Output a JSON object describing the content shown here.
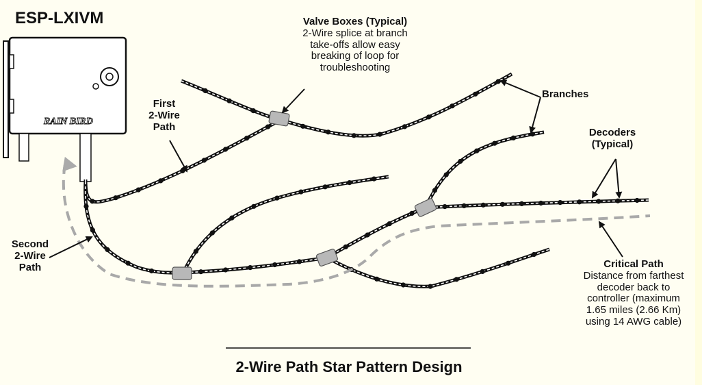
{
  "model_label": "ESP-LXIVM",
  "brand_logo": "RAIN BIRD",
  "valve_boxes": {
    "title": "Valve Boxes (Typical)",
    "lines": [
      "2-Wire splice at branch",
      "take-offs allow easy",
      "breaking of loop for",
      "troubleshooting"
    ]
  },
  "branches_label": "Branches",
  "first_path": {
    "lines": [
      "First",
      "2-Wire",
      "Path"
    ]
  },
  "decoders": {
    "lines": [
      "Decoders",
      "(Typical)"
    ]
  },
  "second_path": {
    "lines": [
      "Second",
      "2-Wire",
      "Path"
    ]
  },
  "critical_path": {
    "title": "Critical Path",
    "lines": [
      "Distance from farthest",
      "decoder back to",
      "controller (maximum",
      "1.65 miles (2.66 Km)",
      "using 14 AWG cable)"
    ]
  },
  "caption": "2-Wire Path Star Pattern Design",
  "colors": {
    "background": "#fffef2",
    "wire": "#111111",
    "valve_box": "#b8b8b8",
    "critical_path": "#a9a9a9"
  }
}
